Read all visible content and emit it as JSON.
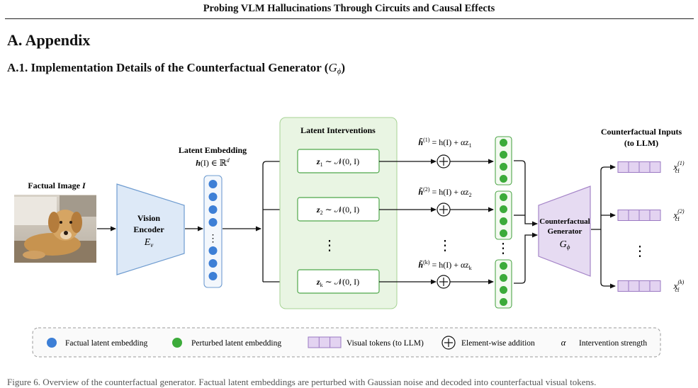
{
  "header": {
    "running_title": "Probing VLM Hallucinations Through Circuits and Causal Effects"
  },
  "section": {
    "title": "A. Appendix"
  },
  "subsection": {
    "title": "A.1. Implementation Details of the Counterfactual Generator",
    "symbol": "G",
    "symbol_sub": "ϕ"
  },
  "figure": {
    "factual_image_label": "Factual Image",
    "factual_image_symbol": "I",
    "encoder": {
      "line1": "Vision",
      "line2": "Encoder",
      "symbol": "E",
      "symbol_sub": "v"
    },
    "latent_embedding": {
      "title": "Latent Embedding",
      "formula_lhs": "h",
      "formula_arg": "(I) ∈ ℝ",
      "formula_sup": "d"
    },
    "interventions": {
      "title": "Latent Interventions",
      "items": [
        {
          "z": "z",
          "sub": "1",
          "rest": " ∼ 𝒩(0, I)"
        },
        {
          "z": "z",
          "sub": "2",
          "rest": " ∼ 𝒩(0, I)"
        },
        {
          "z": "z",
          "sub": "k",
          "rest": " ∼ 𝒩(0, I)"
        }
      ]
    },
    "perturbed": [
      {
        "sup": "(1)",
        "eq": " = h(I) + αz",
        "sub": "1"
      },
      {
        "sup": "(2)",
        "eq": " = h(I) + αz",
        "sub": "2"
      },
      {
        "sup": "(k)",
        "eq": " = h(I) + αz",
        "sub": "k"
      }
    ],
    "h_tilde": "h̃",
    "generator": {
      "line1": "Counterfactual",
      "line2": "Generator",
      "symbol": "G",
      "symbol_sub": "ϕ"
    },
    "outputs": {
      "title_line1": "Counterfactual Inputs",
      "title_line2": "(to LLM)",
      "items": [
        {
          "base": "x",
          "sub": "cf",
          "sup": "(1)"
        },
        {
          "base": "x",
          "sub": "cf",
          "sup": "(2)"
        },
        {
          "base": "x",
          "sub": "cf",
          "sup": "(k)"
        }
      ]
    },
    "ellipsis": "⋮",
    "vdots_small": "⋮",
    "legend": {
      "factual": "Factual latent embedding",
      "perturbed": "Perturbed latent embedding",
      "tokens": "Visual tokens (to LLM)",
      "addition": "Element-wise addition",
      "alpha_symbol": "α",
      "alpha": "Intervention strength"
    },
    "colors": {
      "blue_dot": "#3d7fd6",
      "green_dot": "#3cab3a",
      "encoder_fill": "#dde9f7",
      "generator_fill": "#e6dbf2",
      "intervention_panel": "#e9f5e3",
      "token_fill": "#e3d3f1"
    }
  },
  "body_text_partial": "Figure 6. Overview of the counterfactual generator. Factual latent embeddings are perturbed with Gaussian noise and decoded into counterfactual visual tokens."
}
